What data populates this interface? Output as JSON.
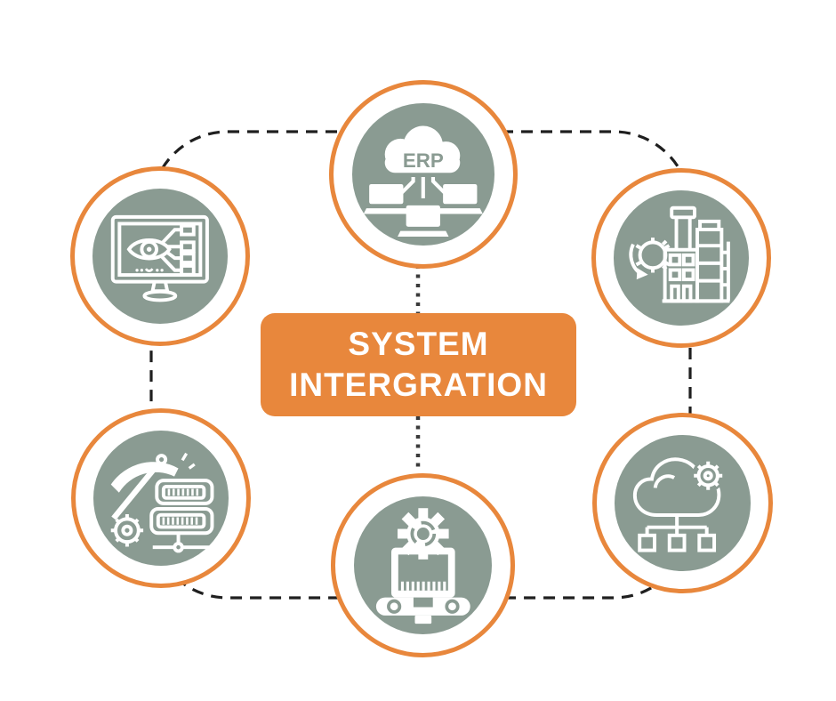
{
  "title_box": {
    "line1": "SYSTEM",
    "line2": "INTERGRATION",
    "bg_color": "#E8873C",
    "text_color": "#FFFFFF"
  },
  "style": {
    "accent_orange": "#E8873C",
    "node_fill_sage": "#8A9B92",
    "icon_color": "#FFFFFF",
    "connector_dash_color": "#1F1F1F",
    "connector_dot_color": "#3A3A3A",
    "background": "#FFFFFF"
  },
  "connectors": {
    "outer_ring_style": "dashed rounded rectangle linking all six nodes",
    "center_links": "dotted vertical lines from top and bottom nodes to title box"
  },
  "nodes": [
    {
      "id": "erp",
      "position": "top-center",
      "icon": "erp-cloud-laptops-icon",
      "label": "ERP"
    },
    {
      "id": "vision-monitor",
      "position": "top-left",
      "icon": "monitor-eye-circuit-icon",
      "label": ""
    },
    {
      "id": "factory",
      "position": "top-right",
      "icon": "factory-gear-icon",
      "label": ""
    },
    {
      "id": "data-mining",
      "position": "bottom-left",
      "icon": "pickaxe-servers-gear-icon",
      "label": ""
    },
    {
      "id": "software-setup",
      "position": "bottom-center",
      "icon": "laptop-gear-icon",
      "label": ""
    },
    {
      "id": "cloud-network",
      "position": "bottom-right",
      "icon": "cloud-gear-network-icon",
      "label": ""
    }
  ]
}
